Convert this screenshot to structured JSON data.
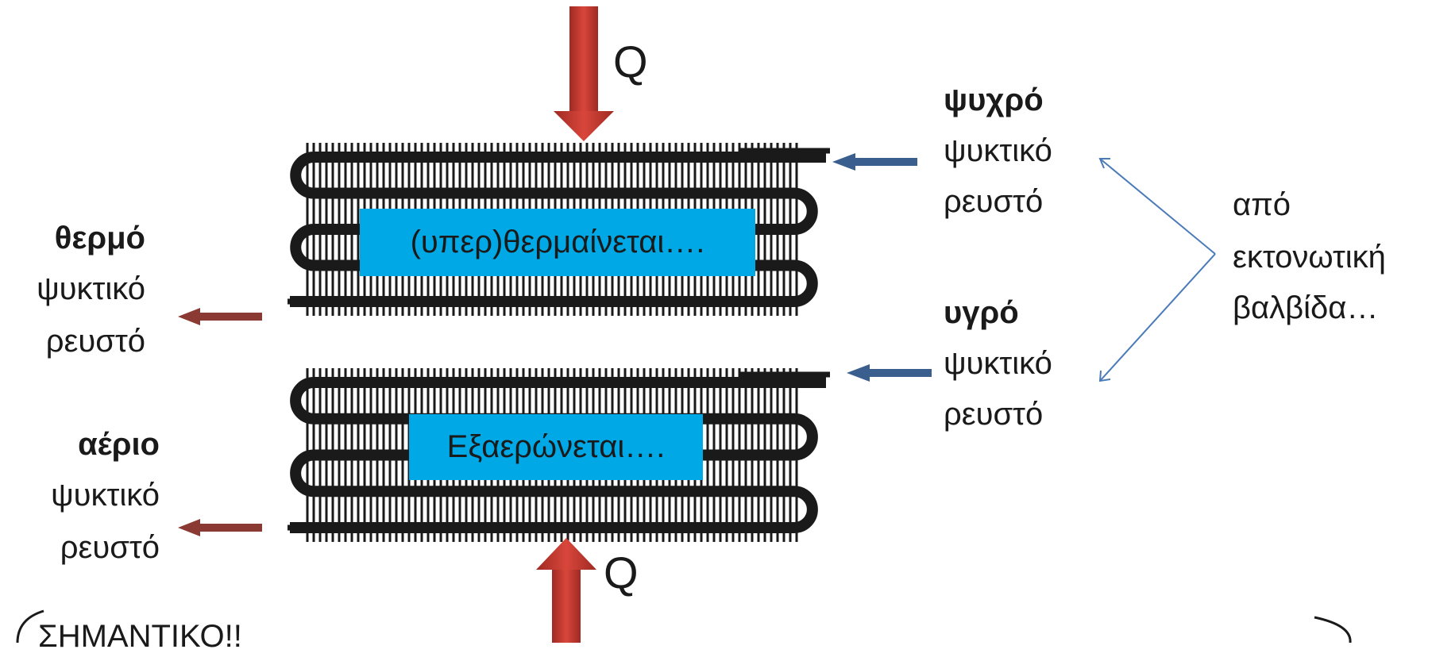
{
  "heat_label_top": "Q",
  "heat_label_bottom": "Q",
  "top_coil_label": "(υπερ)θερμαίνεται….",
  "bottom_coil_label": "Εξαερώνεται….",
  "left_top": {
    "bold": "θερμό",
    "line2": "ψυκτικό",
    "line3": "ρευστό"
  },
  "left_bottom": {
    "bold": "αέριο",
    "line2": "ψυκτικό",
    "line3": "ρευστό"
  },
  "right_top": {
    "bold": "ψυχρό",
    "line2": "ψυκτικό",
    "line3": "ρευστό"
  },
  "right_bottom": {
    "bold": "υγρό",
    "line2": "ψυκτικό",
    "line3": "ρευστό"
  },
  "source_note": {
    "line1": "από",
    "line2": "εκτονωτική",
    "line3": "βαλβίδα…"
  },
  "bottom_note": "ΣΗΜΑΝΤΙΚΟ!!",
  "colors": {
    "heat_arrow": "#c0392b",
    "outlet_arrow": "#8b3a33",
    "inlet_arrow": "#3a5f8f",
    "pointer_line": "#4a7ab8",
    "label_box": "#00a8e6",
    "coil": "#1a1a1a"
  }
}
